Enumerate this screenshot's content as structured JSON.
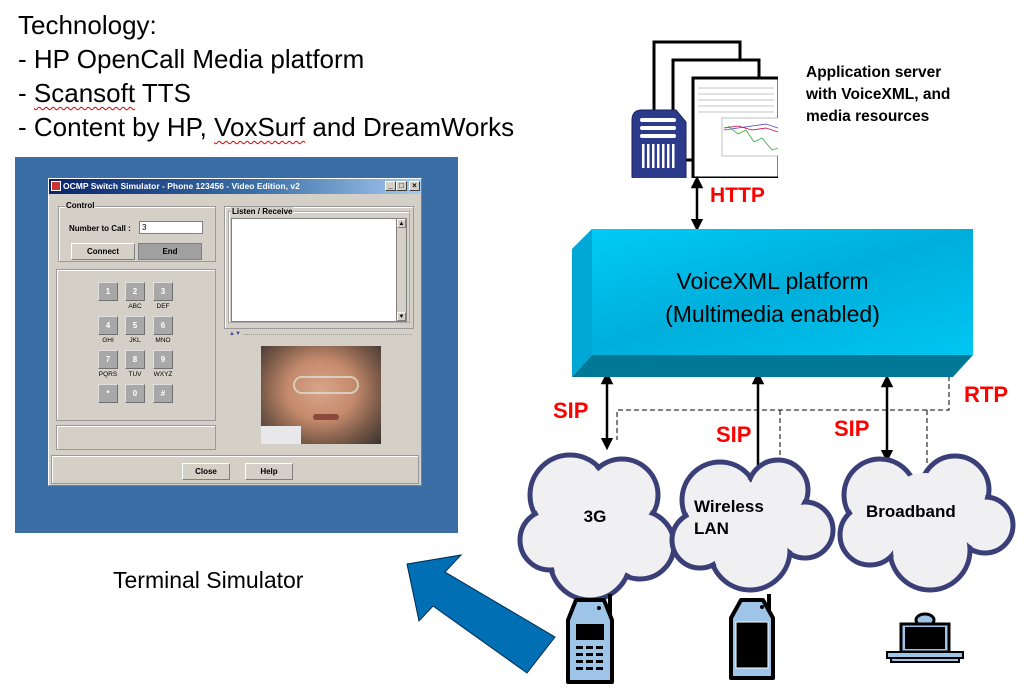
{
  "tech_list": {
    "heading": "Technology:",
    "items": [
      {
        "prefix": "- ",
        "text": "HP OpenCall Media platform"
      },
      {
        "prefix": "- ",
        "squiggle": "Scansoft",
        "rest": " TTS"
      },
      {
        "prefix": "- ",
        "before": "Content by HP, ",
        "squiggle": "VoxSurf",
        "rest": " and DreamWorks"
      }
    ]
  },
  "simulator_window": {
    "title": "OCMP Switch Simulator - Phone 123456 - Video Edition, v2",
    "controls": {
      "minimize": "_",
      "maximize": "□",
      "close": "×"
    },
    "control_group": {
      "label": "Control",
      "number_label": "Number to Call :",
      "number_value": "3",
      "connect_label": "Connect",
      "end_label": "End"
    },
    "keypad": [
      {
        "key": "1",
        "sub": ""
      },
      {
        "key": "2",
        "sub": "ABC"
      },
      {
        "key": "3",
        "sub": "DEF"
      },
      {
        "key": "4",
        "sub": "GHI"
      },
      {
        "key": "5",
        "sub": "JKL"
      },
      {
        "key": "6",
        "sub": "MNO"
      },
      {
        "key": "7",
        "sub": "PQRS"
      },
      {
        "key": "8",
        "sub": "TUV"
      },
      {
        "key": "9",
        "sub": "WXYZ"
      },
      {
        "key": "*",
        "sub": ""
      },
      {
        "key": "0",
        "sub": ""
      },
      {
        "key": "#",
        "sub": ""
      }
    ],
    "listen_group": {
      "label": "Listen / Receive",
      "content": ""
    },
    "close_label": "Close",
    "help_label": "Help"
  },
  "diagram": {
    "app_server_label": [
      "Application server",
      "with VoiceXML, and",
      "media resources"
    ],
    "http_label": "HTTP",
    "platform_label": [
      "VoiceXML platform",
      "(Multimedia enabled)"
    ],
    "sip_label": "SIP",
    "rtp_label": "RTP",
    "networks": [
      {
        "name": "3G",
        "device": "mobile-phone"
      },
      {
        "name": "Wireless LAN",
        "lines": [
          "Wireless",
          "LAN"
        ],
        "device": "pda"
      },
      {
        "name": "Broadband",
        "device": "laptop-with-camera"
      }
    ],
    "terminal_simulator_label": "Terminal Simulator",
    "colors": {
      "platform_top": "#00c4f0",
      "platform_bottom": "#007896",
      "arrow_blue": "#006fb4",
      "protocol_red": "#ff0000",
      "desktop_blue": "#3a6ea5",
      "device_blue": "#9ec4e8",
      "server_blue": "#2c3a8c"
    }
  }
}
